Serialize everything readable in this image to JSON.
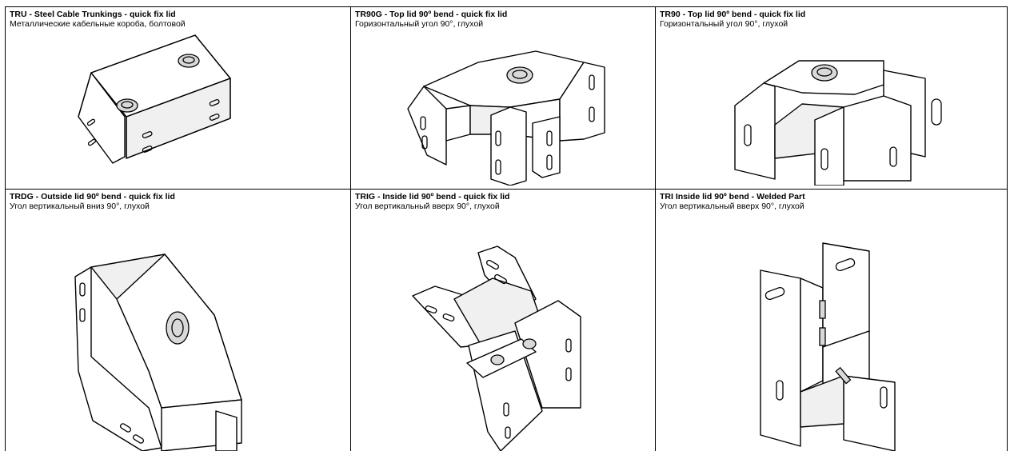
{
  "products": [
    {
      "title": "TRU - Steel Cable Trunkings - quick fix lid",
      "subtitle": "Металлические кабельные короба, болтовой",
      "icon": "straight-trunking-drawing"
    },
    {
      "title": "TR90G - Top lid 90º bend - quick fix lid",
      "subtitle": "Горизонтальный угол 90°, глухой",
      "icon": "horizontal-bend-lid-drawing"
    },
    {
      "title": "TR90 - Top lid 90º bend - quick fix lid",
      "subtitle": "Горизонтальный угол 90°, глухой",
      "icon": "horizontal-bend-drawing"
    },
    {
      "title": "TRDG - Outside lid 90º bend - quick fix lid",
      "subtitle": "Угол вертикальный вниз 90°, глухой",
      "icon": "outside-bend-drawing"
    },
    {
      "title": "TRIG -  Inside lid 90º bend - quick fix lid",
      "subtitle": "Угол вертикальный вверх 90°, глухой",
      "icon": "inside-bend-lid-drawing"
    },
    {
      "title": "TRI Inside lid 90º bend - Welded Part",
      "subtitle": "Угол вертикальный вверх 90°, глухой",
      "icon": "inside-bend-welded-drawing"
    }
  ]
}
